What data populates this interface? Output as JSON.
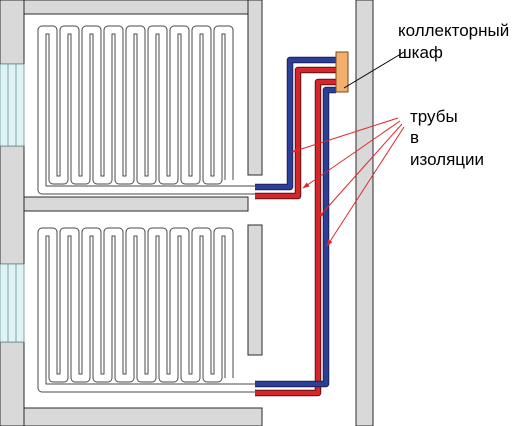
{
  "labels": {
    "cabinet_line1": "коллекторный",
    "cabinet_line2": "шкаф",
    "pipes_line1": "трубы",
    "pipes_line2": "в",
    "pipes_line3": "изоляции"
  },
  "colors": {
    "supply_pipe": "#d7262b",
    "return_pipe": "#2a3f96",
    "cabinet": "#f2b06c",
    "wall": "#d9d9d9",
    "arrow": "#e0262b",
    "window": "#dff3f4"
  },
  "icons": {
    "cabinet": "collector-cabinet-icon"
  }
}
